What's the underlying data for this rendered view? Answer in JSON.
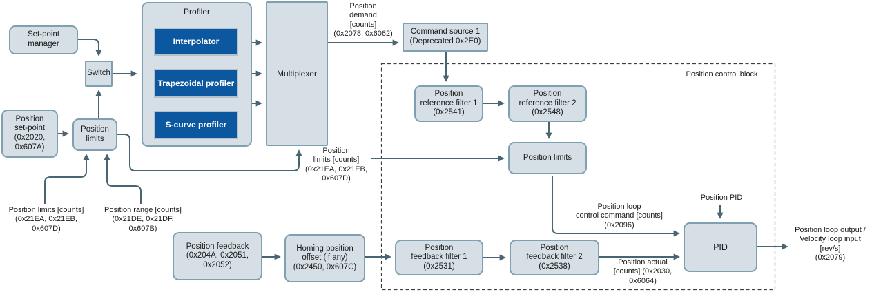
{
  "colors": {
    "box_fill": "#d6dfe5",
    "box_border": "#7fa0b0",
    "dark_blue": "#0b57a0",
    "line": "#4a6572"
  },
  "boxes": {
    "set_point_manager": "Set-point\nmanager",
    "switch": "Switch",
    "position_set_point": "Position\nset-point\n(0x2020,\n0x607A)",
    "position_limits": "Position\nlimits",
    "profiler_title": "Profiler",
    "interpolator": "Interpolator",
    "trapezoidal_profiler": "Trapezoidal profiler",
    "s_curve_profiler": "S-curve profiler",
    "multiplexer": "Multiplexer",
    "command_source": "Command source 1\n(Deprecated 0x2E0)",
    "position_reference_filter_1": "Position\nreference filter 1\n(0x2541)",
    "position_reference_filter_2": "Position\nreference filter 2\n(0x2548)",
    "position_limits_inner": "Position limits",
    "position_feedback": "Position feedback\n(0x204A, 0x2051,\n0x2052)",
    "homing_position_offset": "Homing position\noffset (if any)\n(0x2450, 0x607C)",
    "position_feedback_filter_1": "Position\nfeedback filter 1\n(0x2531)",
    "position_feedback_filter_2": "Position\nfeedback filter 2\n(0x2538)",
    "pid": "PID"
  },
  "labels": {
    "position_demand": "Position\ndemand\n[counts]\n(0x2078, 0x6062)",
    "position_control_block": "Position control block",
    "position_limits_counts_mid": "Position\nlimits [counts]\n(0x21EA, 0x21EB,\n0x607D)",
    "position_limits_counts_bottom": "Position limits [counts]\n(0x21EA, 0x21EB,\n0x607D)",
    "position_range_counts": "Position range [counts]\n(0x21DE, 0x21DF.\n0x607B)",
    "position_loop_control_command": "Position loop\ncontrol command [counts]\n(0x2096)",
    "position_pid": "Position PID",
    "position_actual": "Position actual\n[counts] (0x2030,\n0x6064)",
    "position_loop_output": "Position loop output /\nVelocity loop input\n[rev/s]\n(0x2079)"
  }
}
